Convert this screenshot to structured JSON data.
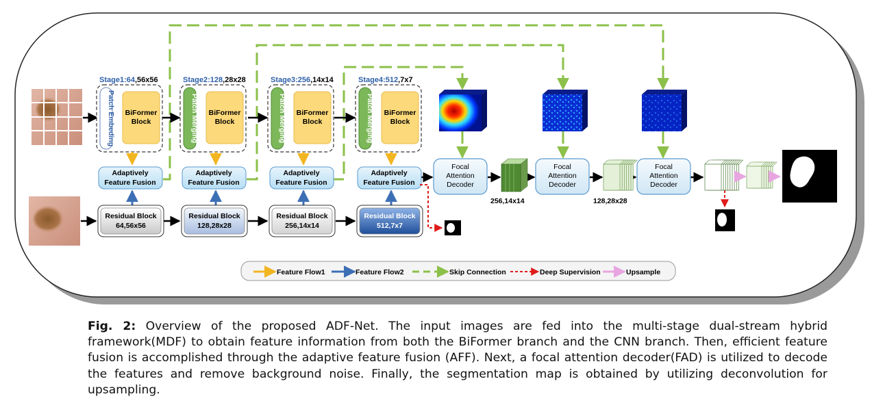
{
  "stages": [
    {
      "prefix": "Stage1:64",
      "suffix": ",56x56",
      "module": "Patch Embeding",
      "block": "BiFormer Block",
      "aff": [
        "Adaptively",
        "Feature Fusion"
      ],
      "residual": [
        "Residual Block",
        "64,56x56"
      ]
    },
    {
      "prefix": "Stage2:128",
      "suffix": ",28x28",
      "module": "Patch Merging",
      "block": "BiFormer Block",
      "aff": [
        "Adaptively",
        "Feature Fusion"
      ],
      "residual": [
        "Residual Block",
        "128,28x28"
      ]
    },
    {
      "prefix": "Stage3:256",
      "suffix": ",14x14",
      "module": "Patch Merging",
      "block": "BiFormer Block",
      "aff": [
        "Adaptively",
        "Feature Fusion"
      ],
      "residual": [
        "Residual Block",
        "256,14x14"
      ]
    },
    {
      "prefix": "Stage4:512",
      "suffix": ",7x7",
      "module": "Patch Merging",
      "block": "BiFormer Block",
      "aff": [
        "Adaptively",
        "Feature Fusion"
      ],
      "residual": [
        "Residual Block",
        "512,7x7"
      ]
    }
  ],
  "decoders": [
    {
      "lines": [
        "Focal",
        "Attention",
        "Decoder"
      ]
    },
    {
      "lines": [
        "Focal",
        "Attention",
        "Decoder"
      ]
    },
    {
      "lines": [
        "Focal",
        "Attention",
        "Decoder"
      ]
    }
  ],
  "feature_labels": [
    "256,14x14",
    "128,28x28"
  ],
  "legend": {
    "feature_flow1": "Feature Flow1",
    "feature_flow2": "Feature Flow2",
    "skip_connection": "Skip Connection",
    "deep_supervision": "Deep Supervision",
    "upsample": "Upsample"
  },
  "colors": {
    "skip": "#8cc04a",
    "flow1": "#f2b522",
    "flow2": "#3d6fb5",
    "deep_supervision": "#e01b1b",
    "upsample": "#e8a6e0",
    "stage_label": "#2e5fa8",
    "biformer_fill": "#fcd97a",
    "aff_fill": "#cde9f8",
    "merging_fill": "#7cb85a"
  },
  "caption": {
    "label": "Fig. 2:",
    "text": "Overview of the proposed ADF-Net. The input images are fed into the multi-stage dual-stream hybrid framework(MDF) to obtain feature information from both the BiFormer branch and the CNN branch. Then, efficient feature fusion is accomplished through the adaptive feature fusion (AFF). Next, a focal attention decoder(FAD) is utilized to decode the features and remove background noise. Finally, the segmentation map is obtained by utilizing deconvolution for upsampling."
  }
}
